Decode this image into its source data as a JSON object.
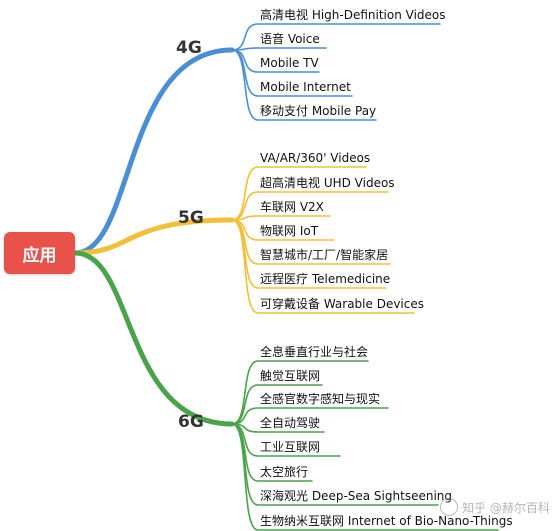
{
  "root": {
    "label": "应用"
  },
  "colors": {
    "branch_4g": "#4a8fd4",
    "branch_5g": "#f2c037",
    "branch_6g": "#4aa34a",
    "root": "#e8524a"
  },
  "branches": [
    {
      "label": "4G",
      "leaves": [
        "高清电视 High-Definition Videos",
        "语音 Voice",
        "Mobile TV",
        "Mobile Internet",
        "移动支付 Mobile Pay"
      ]
    },
    {
      "label": "5G",
      "leaves": [
        "VA/AR/360' Videos",
        "超高清电视 UHD Videos",
        "车联网 V2X",
        "物联网 IoT",
        "智慧城市/工厂/智能家居",
        "远程医疗 Telemedicine",
        "可穿戴设备 Warable Devices"
      ]
    },
    {
      "label": "6G",
      "leaves": [
        "全息垂直行业与社会",
        "触觉互联网",
        "全感官数字感知与现实",
        "全自动驾驶",
        "工业互联网",
        "太空旅行",
        "深海观光 Deep-Sea Sightseening",
        "生物纳米互联网 Internet of Bio-Nano-Things"
      ]
    }
  ],
  "watermark": {
    "text": "知乎 @赫尔百科",
    "icon": "watermark-logo-icon"
  }
}
